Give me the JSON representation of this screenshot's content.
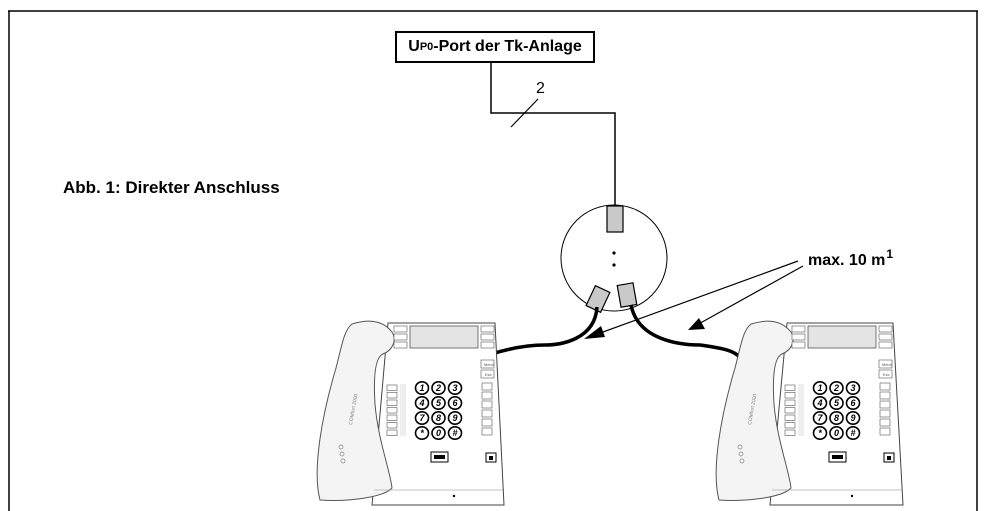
{
  "port_label": {
    "main": "U",
    "subscript": "P0",
    "rest": "-Port der Tk-Anlage"
  },
  "wire_count": "2",
  "caption": "Abb. 1: Direkter Anschluss",
  "distance": {
    "text": "max. 10 m",
    "footnote": "1"
  },
  "phone_keys": [
    "1",
    "2",
    "3",
    "4",
    "5",
    "6",
    "7",
    "8",
    "9",
    "*",
    "0",
    "#"
  ],
  "phone_side_labels": [
    "Menü",
    "Esc"
  ],
  "handset_text": "COMfort 2000"
}
